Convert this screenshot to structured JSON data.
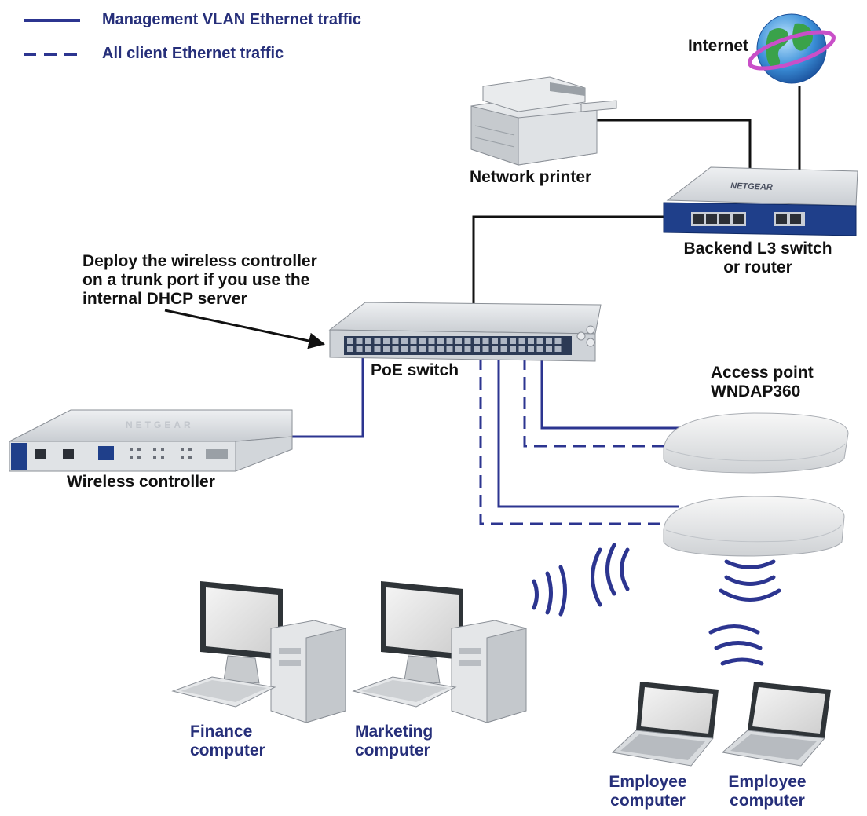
{
  "legend": {
    "items": [
      {
        "label": "Management VLAN Ethernet traffic",
        "style": "solid"
      },
      {
        "label": "All client Ethernet traffic",
        "style": "dashed"
      }
    ]
  },
  "colors": {
    "legend_text": "#262f7a",
    "link_line": "#2c3590",
    "uplink_line": "#111111",
    "device_body": "#d4d8dc",
    "device_face": "#1f3f8a",
    "wifi_waves": "#2c3590"
  },
  "nodes": {
    "internet": {
      "label": "Internet",
      "icon": "globe-icon"
    },
    "printer": {
      "label": "Network printer",
      "icon": "printer-icon"
    },
    "router": {
      "label_line1": "Backend L3 switch",
      "label_line2": "or router",
      "brand": "NETGEAR",
      "icon": "router-icon"
    },
    "poe_switch": {
      "label": "PoE switch",
      "icon": "switch-icon"
    },
    "controller": {
      "label": "Wireless controller",
      "brand": "NETGEAR",
      "icon": "controller-icon"
    },
    "access_point": {
      "label_line1": "Access point",
      "label_line2": "WNDAP360",
      "icon": "access-point-icon"
    },
    "finance": {
      "label_line1": "Finance",
      "label_line2": "computer",
      "icon": "desktop-icon"
    },
    "marketing": {
      "label_line1": "Marketing",
      "label_line2": "computer",
      "icon": "desktop-icon"
    },
    "employee1": {
      "label_line1": "Employee",
      "label_line2": "computer",
      "icon": "laptop-icon"
    },
    "employee2": {
      "label_line1": "Employee",
      "label_line2": "computer",
      "icon": "laptop-icon"
    }
  },
  "annotation": {
    "lines": [
      "Deploy the wireless controller",
      "on a trunk port if you use the",
      "internal DHCP server"
    ]
  }
}
